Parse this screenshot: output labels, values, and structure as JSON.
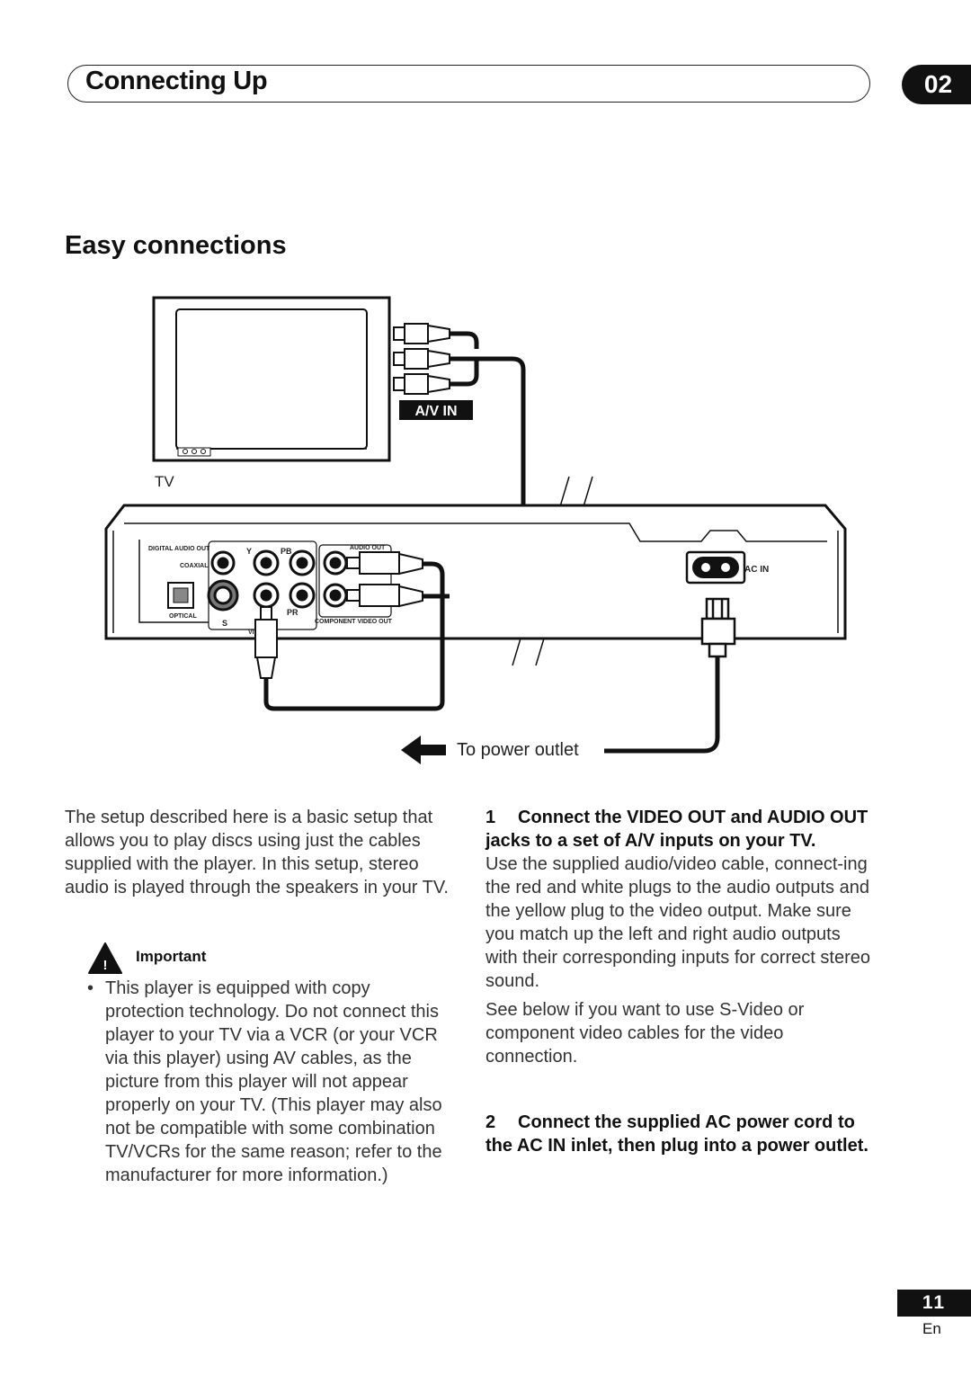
{
  "header": {
    "title": "Connecting Up",
    "chapter": "02"
  },
  "section": {
    "title": "Easy connections"
  },
  "diagram": {
    "tv_label": "TV",
    "av_in_label": "A/V IN",
    "power_outlet_label": "To power outlet",
    "panel": {
      "digital_audio_out": "DIGITAL AUDIO OUT",
      "coaxial": "COAXIAL",
      "optical": "OPTICAL",
      "audio_out": "AUDIO OUT",
      "component_video_out": "COMPONENT VIDEO OUT",
      "y": "Y",
      "pb": "PB",
      "pr": "PR",
      "s": "S",
      "vi": "VI",
      "ac_in": "AC IN"
    }
  },
  "intro": "The setup described here is a basic setup that allows you to play discs using just the cables supplied with the player. In this setup, stereo audio is played through the speakers in your TV.",
  "important": {
    "label": "Important",
    "bullet": "This player is equipped with copy protection technology. Do not connect this player to your TV via a VCR (or your VCR via this player) using AV cables, as the picture from this player will not appear properly on your TV. (This player may also not be compatible with some combination TV/VCRs for the same reason; refer to the manufacturer for more information.)"
  },
  "steps": [
    {
      "number": "1",
      "heading": "Connect the VIDEO OUT and AUDIO OUT jacks to a set of A/V inputs on your TV.",
      "paragraphs": [
        "Use the supplied audio/video cable, connect-ing the red and white plugs to the audio outputs and the yellow plug to the video output. Make sure you match up the left and right audio outputs with their corresponding inputs for correct stereo sound.",
        "See below if you want to use S-Video or component video cables for the video connection."
      ]
    },
    {
      "number": "2",
      "heading": "Connect the supplied AC power cord to the AC IN inlet, then plug into a power outlet."
    }
  ],
  "footer": {
    "page": "11",
    "lang": "En"
  }
}
